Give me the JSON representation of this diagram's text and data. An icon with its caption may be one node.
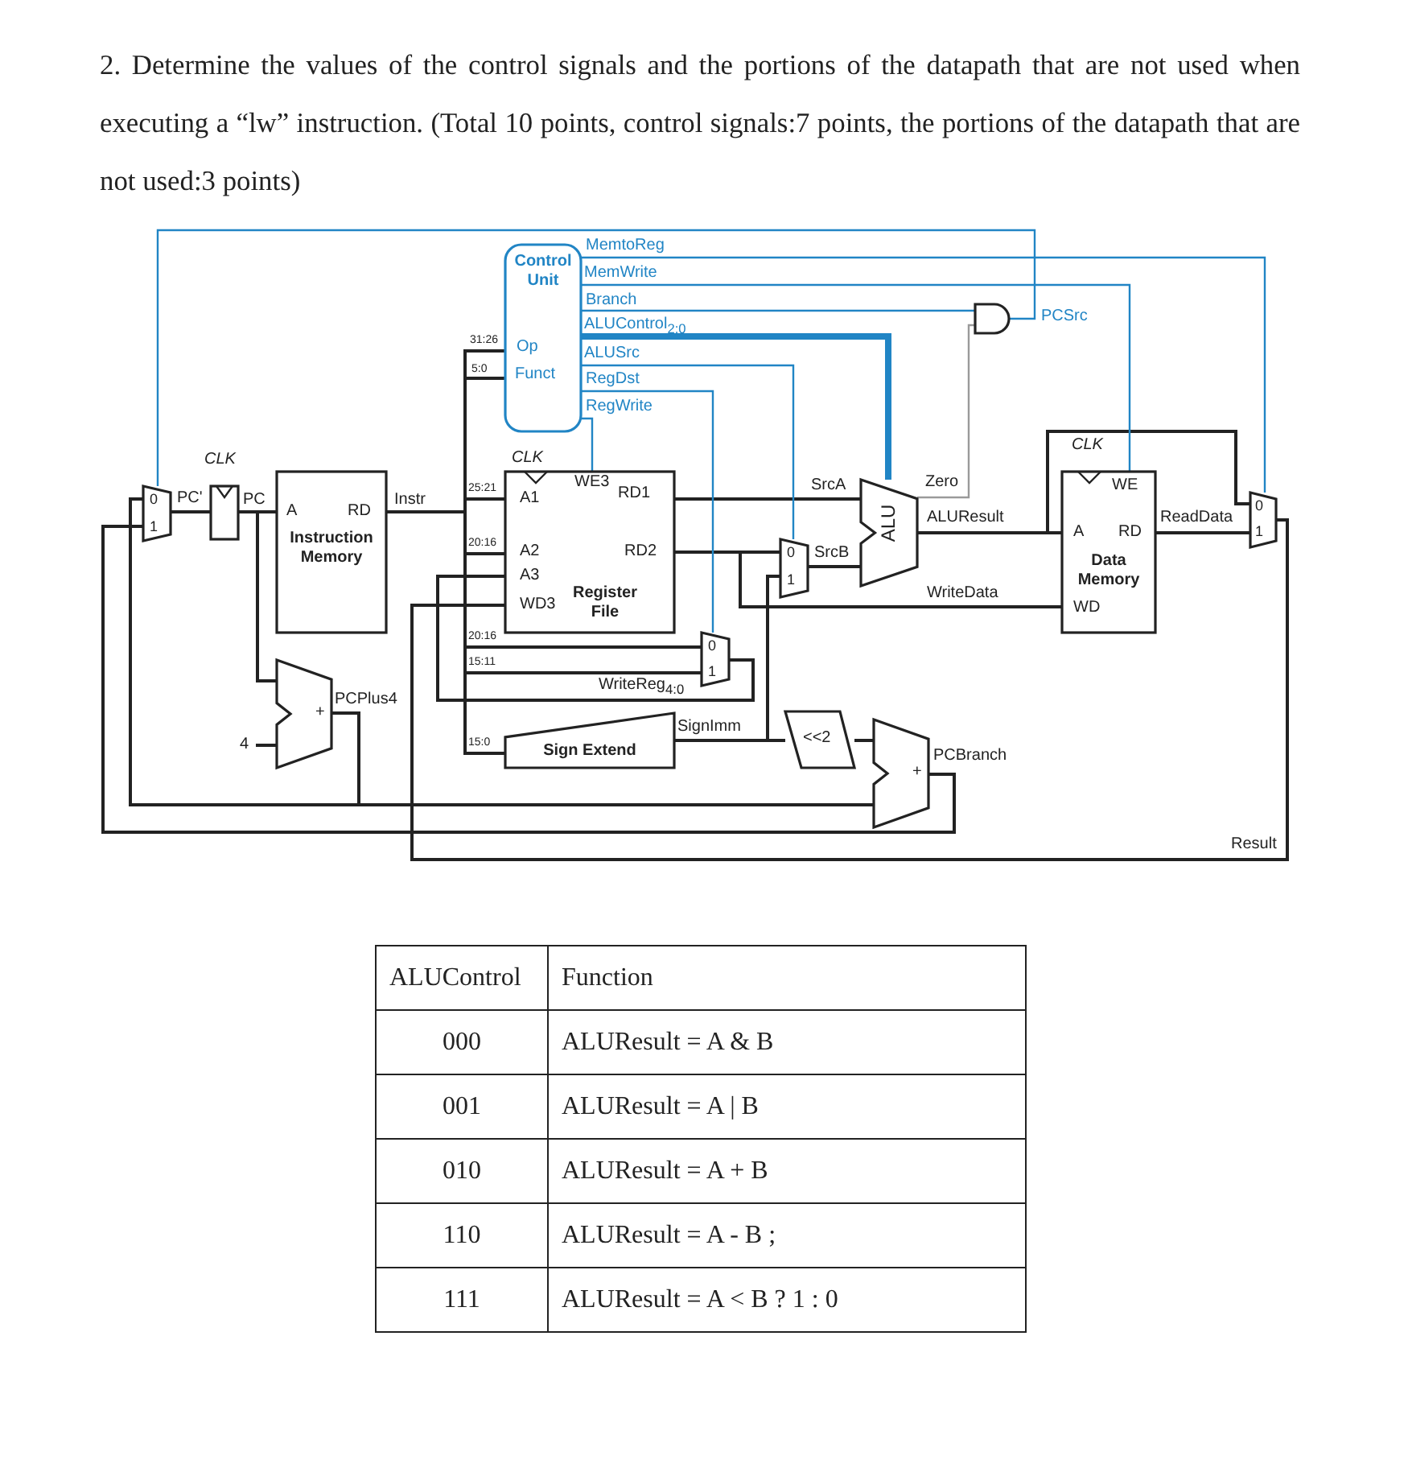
{
  "diagram": {
    "title": "2. Determine the values of the control signals and the portions of the datapath that are not used when executing a “lw” instruction. (Total 10 points, control signals:7 points, the portions of the datapath that are not used:3 points)",
    "nodes": [
      {
        "text": [
          "0",
          "1"
        ]
      },
      {
        "text": [],
        "shape": "box",
        "beside": [
          "CLK"
        ]
      },
      {
        "text": [
          "A",
          "RD",
          "Instruction Memory"
        ]
      },
      {
        "text": [
          "+"
        ]
      },
      {
        "text": [
          "4"
        ]
      },
      {
        "text": [
          "Control Unit",
          "Op",
          "Funct"
        ]
      },
      {
        "text": [
          "A1",
          "WE3",
          "RD1",
          "A2",
          "RD2",
          "A3",
          "WD3",
          "Register File"
        ],
        "beside": [
          "CLK"
        ]
      },
      {
        "text": [
          "0",
          "1"
        ]
      },
      {
        "text": [
          "Sign Extend"
        ]
      },
      {
        "text": [
          "0",
          "1"
        ]
      },
      {
        "text": [
          "ALU"
        ]
      },
      {
        "text": [],
        "shape": "gate"
      },
      {
        "text": [
          "<<2"
        ]
      },
      {
        "text": [
          "+"
        ]
      },
      {
        "text": [
          "WE",
          "A",
          "RD",
          "Data Memory",
          "WD"
        ],
        "beside": [
          "CLK"
        ]
      },
      {
        "text": [
          "0",
          "1"
        ]
      }
    ],
    "edges": [
      {
        "from": 0,
        "to": 1,
        "arrow": "none",
        "label": "PC'"
      },
      {
        "from": 1,
        "to": 2,
        "arrow": "none",
        "label": "PC"
      },
      {
        "from": 1,
        "to": 3,
        "arrow": "none"
      },
      {
        "from": 4,
        "to": 3,
        "arrow": "none"
      },
      {
        "from": 3,
        "to": 0,
        "arrow": "none",
        "label": "PCPlus4"
      },
      {
        "from": 3,
        "to": 13,
        "arrow": "none"
      },
      {
        "from": 13,
        "to": 0,
        "arrow": "none",
        "label": "PCBranch"
      },
      {
        "from": 2,
        "to": 5,
        "arrow": "none",
        "label": "31:26"
      },
      {
        "from": 2,
        "to": 5,
        "arrow": "none",
        "label": "5:0"
      },
      {
        "from": 2,
        "to": 6,
        "arrow": "none",
        "label": "25:21"
      },
      {
        "from": 2,
        "to": 6,
        "arrow": "none",
        "label": "20:16"
      },
      {
        "from": 2,
        "to": 7,
        "arrow": "none",
        "label": "20:16"
      },
      {
        "from": 2,
        "to": 7,
        "arrow": "none",
        "label": "15:11"
      },
      {
        "from": 2,
        "to": 8,
        "arrow": "none",
        "label": "15:0"
      },
      {
        "from": 7,
        "to": 6,
        "arrow": "none",
        "label": "WriteReg$_{4:0}$"
      },
      {
        "from": 6,
        "to": 10,
        "arrow": "none",
        "label": "SrcA"
      },
      {
        "from": 6,
        "to": 9,
        "arrow": "none"
      },
      {
        "from": 6,
        "to": 14,
        "arrow": "none",
        "label": "WriteData"
      },
      {
        "from": 8,
        "to": 9,
        "arrow": "none",
        "label": "SignImm"
      },
      {
        "from": 8,
        "to": 12,
        "arrow": "none"
      },
      {
        "from": 12,
        "to": 13,
        "arrow": "none"
      },
      {
        "from": 9,
        "to": 10,
        "arrow": "none",
        "label": "SrcB"
      },
      {
        "from": 10,
        "to": 11,
        "arrow": "none",
        "label": "Zero",
        "color": "#9a9a9a"
      },
      {
        "from": 10,
        "to": 14,
        "arrow": "none",
        "label": "ALUResult"
      },
      {
        "from": 10,
        "to": 15,
        "arrow": "none"
      },
      {
        "from": 14,
        "to": 15,
        "arrow": "none",
        "label": "ReadData"
      },
      {
        "from": 15,
        "to": 6,
        "arrow": "none",
        "label": "Result"
      },
      {
        "from": 11,
        "to": 0,
        "arrow": "none",
        "label": "PCSrc",
        "color": "#2185c5"
      },
      {
        "from": 5,
        "to": 15,
        "arrow": "none",
        "label": "MemtoReg",
        "color": "#2185c5"
      },
      {
        "from": 5,
        "to": 14,
        "arrow": "none",
        "label": "MemWrite",
        "color": "#2185c5"
      },
      {
        "from": 5,
        "to": 11,
        "arrow": "none",
        "label": "Branch",
        "color": "#2185c5"
      },
      {
        "from": 5,
        "to": 10,
        "arrow": "none",
        "label": "ALUControl$_{2:0}$",
        "color": "#2185c5",
        "style": "thick"
      },
      {
        "from": 5,
        "to": 9,
        "arrow": "none",
        "label": "ALUSrc",
        "color": "#2185c5"
      },
      {
        "from": 5,
        "to": 7,
        "arrow": "none",
        "label": "RegDst",
        "color": "#2185c5"
      },
      {
        "from": 5,
        "to": 6,
        "arrow": "none",
        "label": "RegWrite",
        "color": "#2185c5"
      }
    ],
    "labels": [
      "Instr",
      "ALUControl",
      "Function",
      "000",
      "ALUResult = A & B",
      "001",
      "ALUResult = A | B",
      "010",
      "ALUResult = A + B",
      "110",
      "ALUResult = A - B ;",
      "111",
      "ALUResult = A < B ? 1 : 0"
    ]
  }
}
